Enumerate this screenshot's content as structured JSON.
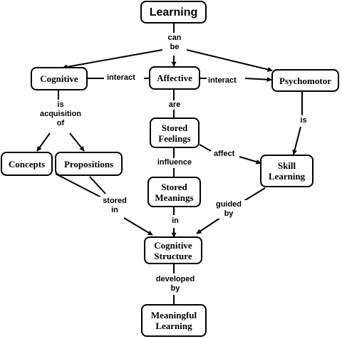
{
  "nodes": {
    "learning": "Learning",
    "cognitive": "Cognitive",
    "affective": "Affective",
    "psychomotor": "Psychomotor",
    "concepts": "Concepts",
    "propositions": "Propositions",
    "stored_feelings": "Stored\nFeelings",
    "stored_meanings": "Stored\nMeanings",
    "skill_learning": "Skill\nLearning",
    "cognitive_structure": "Cognitive\nStructure",
    "meaningful_learning": "Meaningful\nLearning"
  },
  "links": {
    "can_be": "can\nbe",
    "interact_left": "interact",
    "interact_right": "interact",
    "are": "are",
    "is_acquisition_of": "is\nacquisition\nof",
    "is": "is",
    "affect": "affect",
    "influence": "influence",
    "stored_in": "stored\nin",
    "guided_by": "guided\nby",
    "in": "in",
    "developed_by": "developed\nby"
  }
}
